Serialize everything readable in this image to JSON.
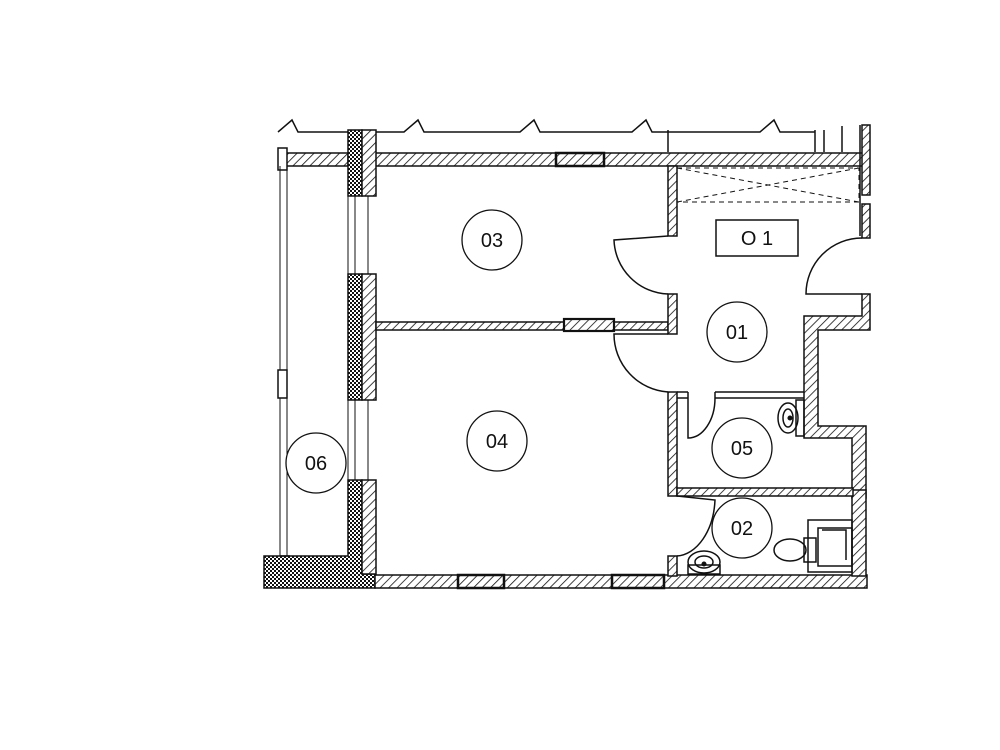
{
  "rooms": [
    {
      "id": "r03",
      "label": "03"
    },
    {
      "id": "r04",
      "label": "04"
    },
    {
      "id": "r01",
      "label": "01"
    },
    {
      "id": "r05",
      "label": "05"
    },
    {
      "id": "r02",
      "label": "02"
    },
    {
      "id": "r06",
      "label": "06"
    }
  ],
  "tag_box": {
    "label": "O 1"
  },
  "colors": {
    "line": "#111111",
    "background": "#ffffff"
  }
}
